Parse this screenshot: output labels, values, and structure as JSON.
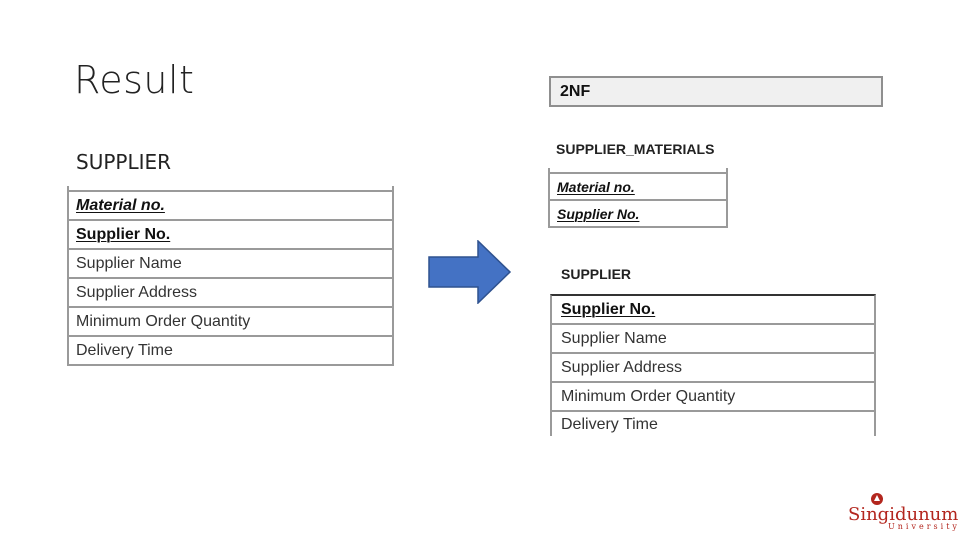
{
  "slide": {
    "title": "Result",
    "left_caption": "SUPPLIER"
  },
  "left_table": {
    "rows": [
      {
        "label": "Material no.",
        "key": true,
        "italic": true
      },
      {
        "label": "Supplier No.",
        "key": true,
        "italic": false
      },
      {
        "label": "Supplier Name",
        "key": false
      },
      {
        "label": "Supplier Address",
        "key": false
      },
      {
        "label": "Minimum Order Quantity",
        "key": false
      },
      {
        "label": "Delivery Time",
        "key": false
      }
    ]
  },
  "normal_form_label": "2NF",
  "supplier_materials": {
    "heading": "SUPPLIER_MATERIALS",
    "rows": [
      {
        "label": "Material no.",
        "key": true,
        "italic": true
      },
      {
        "label": "Supplier No.",
        "key": true,
        "italic": true
      }
    ]
  },
  "supplier": {
    "heading": "SUPPLIER",
    "rows": [
      {
        "label": "Supplier No.",
        "key": true
      },
      {
        "label": "Supplier Name",
        "key": false
      },
      {
        "label": "Supplier Address",
        "key": false
      },
      {
        "label": "Minimum Order Quantity",
        "key": false
      },
      {
        "label": "Delivery Time",
        "key": false
      }
    ]
  },
  "logo": {
    "name": "Singidunum",
    "subtitle": "University",
    "color": "#b3261e"
  },
  "arrow_color": "#4472c4"
}
